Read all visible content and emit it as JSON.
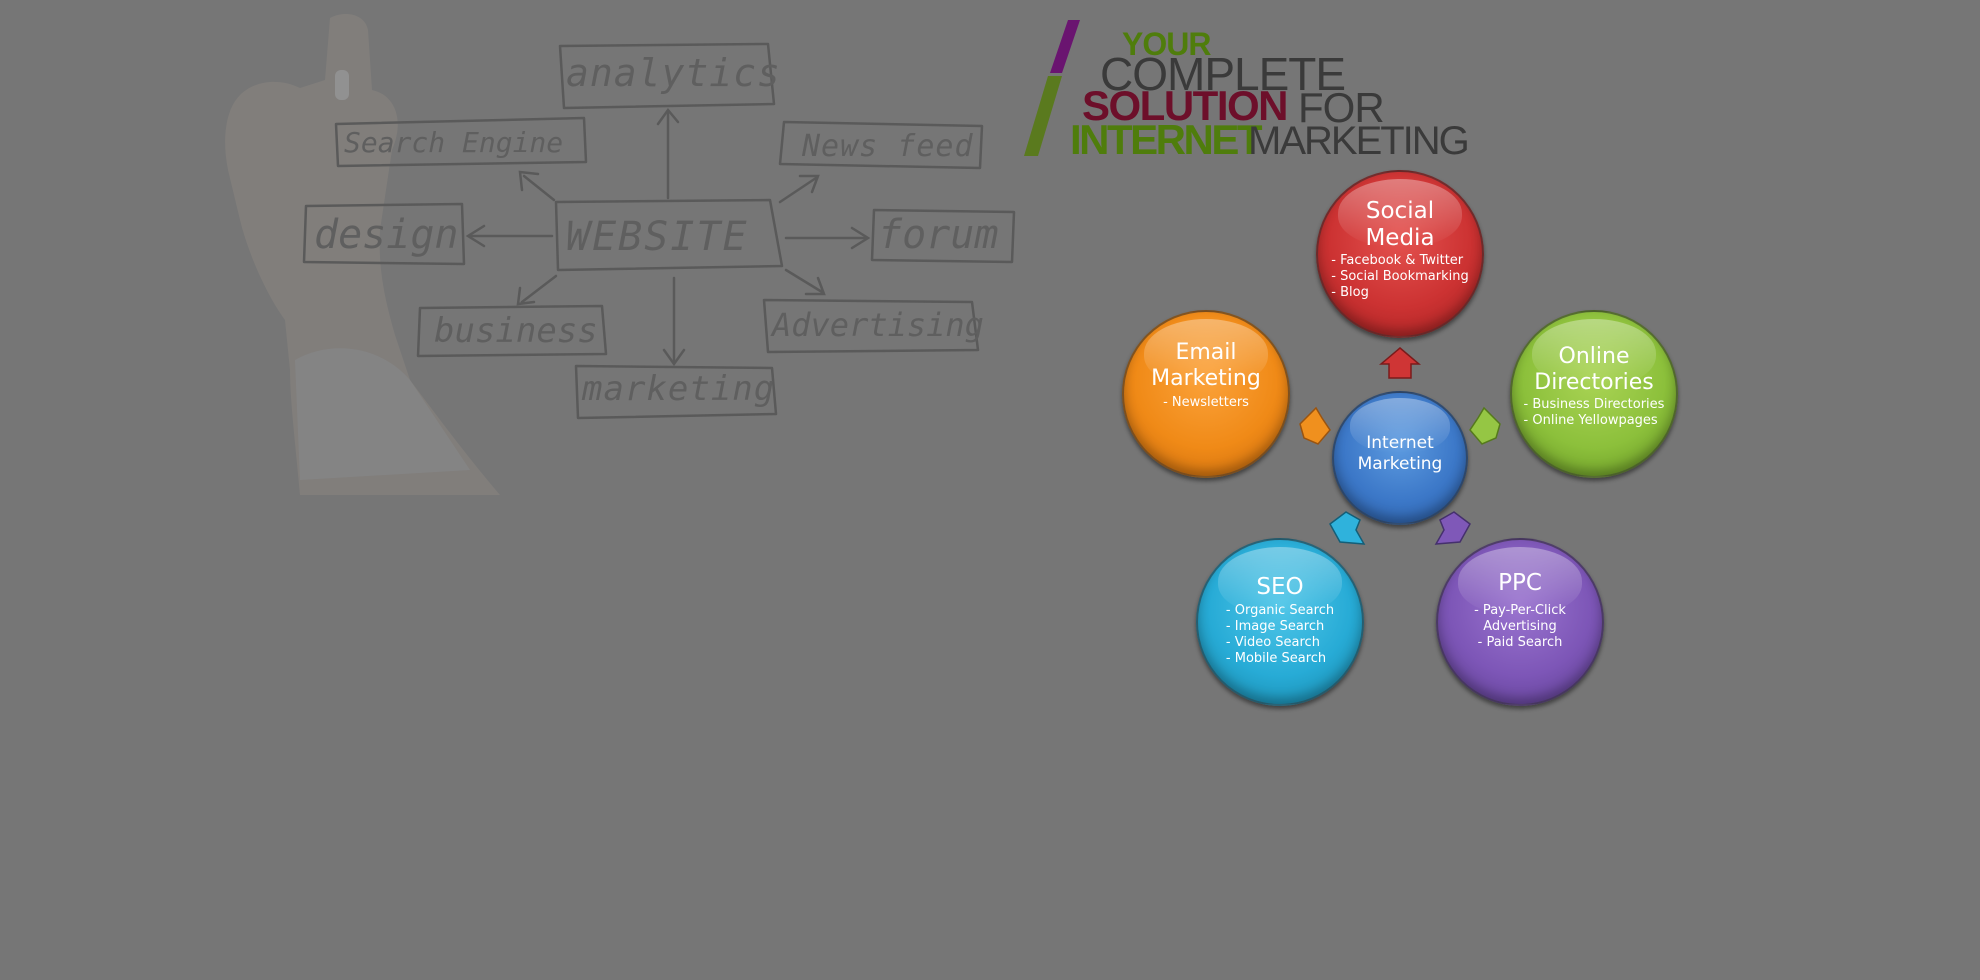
{
  "sketch": {
    "center": "WEBSITE",
    "nodes": {
      "analytics": "analytics",
      "search_engine": "Search Engine",
      "news_feed": "News feed",
      "design": "design",
      "forum": "forum",
      "business": "business",
      "advertising": "Advertising",
      "marketing": "marketing"
    }
  },
  "headline": {
    "your": "YOUR",
    "complete": "COMPLETE",
    "solution": "SOLUTION",
    "for": "FOR",
    "internet": "INTERNET",
    "marketing": "MARKETING"
  },
  "diagram": {
    "center": {
      "line1": "Internet",
      "line2": "Marketing"
    },
    "social_media": {
      "title_line1": "Social",
      "title_line2": "Media",
      "items": [
        "- Facebook & Twitter",
        "- Social Bookmarking",
        "- Blog"
      ]
    },
    "email_marketing": {
      "title_line1": "Email",
      "title_line2": "Marketing",
      "items": [
        "- Newsletters"
      ]
    },
    "online_directories": {
      "title_line1": "Online",
      "title_line2": "Directories",
      "items": [
        "- Business Directories",
        "- Online Yellowpages"
      ]
    },
    "seo": {
      "title": "SEO",
      "items": [
        "- Organic Search",
        "- Image Search",
        "- Video Search",
        "- Mobile Search"
      ]
    },
    "ppc": {
      "title": "PPC",
      "items": [
        "- Pay-Per-Click",
        "Advertising",
        "- Paid Search"
      ]
    }
  },
  "colors": {
    "background": "#767676",
    "social": "#cc3232",
    "email": "#f08a17",
    "online": "#8cc03b",
    "center": "#3c78c8",
    "seo": "#27abd6",
    "ppc": "#7d56b7",
    "headline_green": "#4f7d0c",
    "headline_maroon": "#6d0f2a",
    "headline_purple": "#6a1470"
  }
}
